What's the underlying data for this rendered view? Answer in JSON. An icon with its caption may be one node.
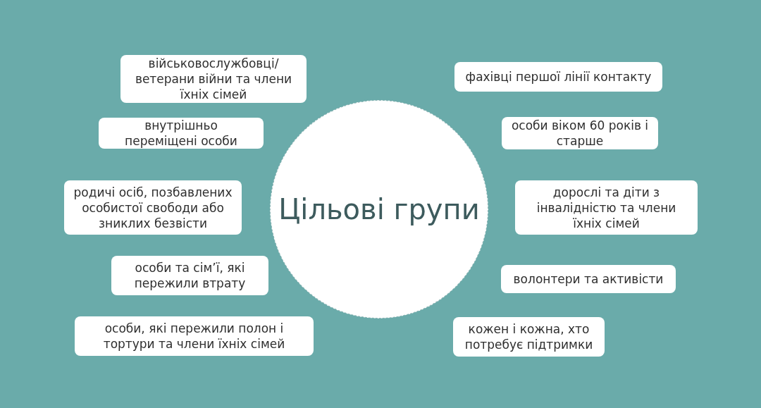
{
  "diagram": {
    "nodes": [
      {
        "text": [
          "Цільові групи"
        ]
      },
      {
        "text": [
          "військовослужбовці/ ветерани війни та члени їхніх сімей"
        ]
      },
      {
        "text": [
          "внутрішньо переміщені особи"
        ]
      },
      {
        "text": [
          "родичі осіб, позбавлених особистої свободи або зниклих безвісти"
        ]
      },
      {
        "text": [
          "особи та сім’ї, які пережили втрату"
        ]
      },
      {
        "text": [
          "особи, які пережили полон і тортури та члени їхніх сімей"
        ]
      },
      {
        "text": [
          "фахівці першої лінії контакту"
        ]
      },
      {
        "text": [
          "особи віком 60 років і старше"
        ]
      },
      {
        "text": [
          "дорослі та діти з інвалідністю та члени їхніх сімей"
        ]
      },
      {
        "text": [
          "волонтери та активісти"
        ]
      },
      {
        "text": [
          "кожен і кожна, хто потребує підтримки"
        ]
      }
    ]
  }
}
